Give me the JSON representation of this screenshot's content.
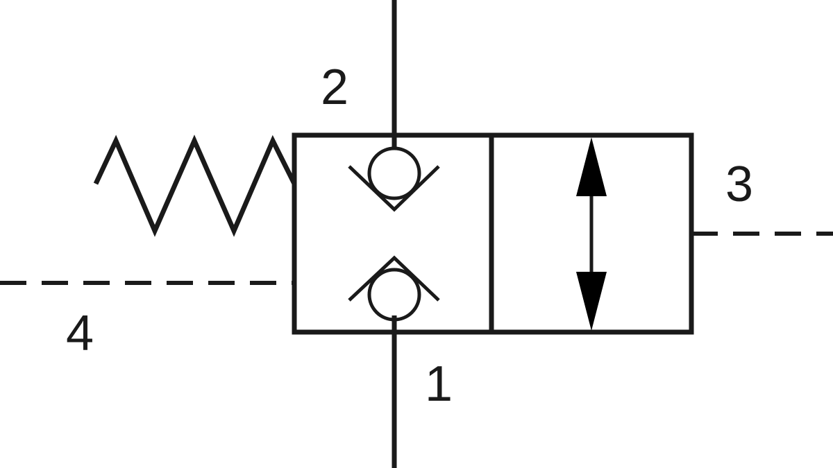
{
  "diagram": {
    "type": "hydraulic-valve-schematic",
    "ports": [
      {
        "id": "port-1",
        "label": "1"
      },
      {
        "id": "port-2",
        "label": "2"
      },
      {
        "id": "port-3",
        "label": "3"
      },
      {
        "id": "port-4",
        "label": "4"
      }
    ],
    "elements": {
      "spring": "spring-icon",
      "left_envelope": "check-valves",
      "right_envelope": "bidirectional-flow-arrow",
      "pilot_lines": "dashed"
    },
    "colors": {
      "line": "#1a1a1a",
      "background": "#ffffff"
    }
  }
}
